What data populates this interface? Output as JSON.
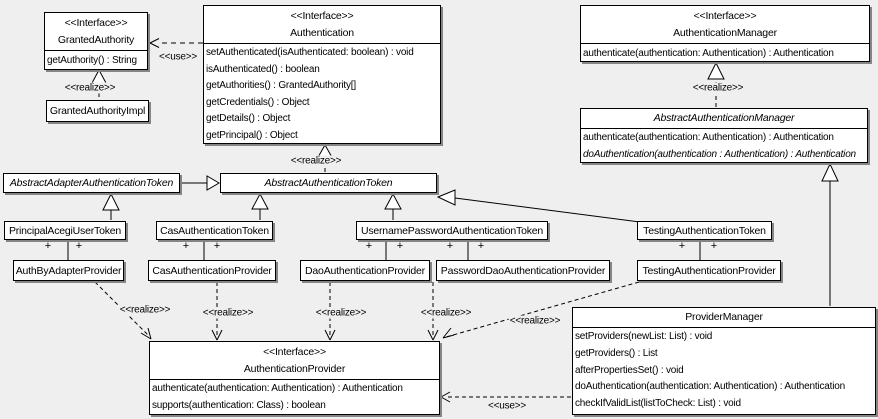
{
  "colors": {
    "background": "#efefef",
    "box_fill": "#ffffff",
    "box_border": "#000000",
    "box_shadow": "#858585",
    "line": "#000000"
  },
  "labels": {
    "use": "<<use>>",
    "realize": "<<realize>>",
    "plus": "+"
  },
  "classes": {
    "granted_authority": {
      "stereotype": "<<Interface>>",
      "name": "GrantedAuthority",
      "methods": [
        "getAuthority() : String"
      ]
    },
    "granted_authority_impl": {
      "name": "GrantedAuthorityImpl"
    },
    "authentication": {
      "stereotype": "<<Interface>>",
      "name": "Authentication",
      "methods": [
        "setAuthenticated(isAuthenticated: boolean) : void",
        "isAuthenticated() : boolean",
        "getAuthorities() : GrantedAuthority[]",
        "getCredentials() : Object",
        "getDetails() : Object",
        "getPrincipal() : Object"
      ]
    },
    "authentication_manager": {
      "stereotype": "<<Interface>>",
      "name": "AuthenticationManager",
      "methods": [
        "authenticate(authentication: Authentication) : Authentication"
      ]
    },
    "abstract_authentication_manager": {
      "name": "AbstractAuthenticationManager",
      "abstract": true,
      "methods": [
        "authenticate(authentication: Authentication) : Authentication",
        "doAuthentication(authentication : Authentication) : Authentication"
      ]
    },
    "abstract_adapter_authentication_token": {
      "name": "AbstractAdapterAuthenticationToken",
      "abstract": true
    },
    "abstract_authentication_token": {
      "name": "AbstractAuthenticationToken",
      "abstract": true
    },
    "principal_acegi_user_token": {
      "name": "PrincipalAcegiUserToken"
    },
    "cas_authentication_token": {
      "name": "CasAuthenticationToken"
    },
    "username_password_authentication_token": {
      "name": "UsernamePasswordAuthenticationToken"
    },
    "testing_authentication_token": {
      "name": "TestingAuthenticationToken"
    },
    "auth_by_adapter_provider": {
      "name": "AuthByAdapterProvider"
    },
    "cas_authentication_provider": {
      "name": "CasAuthenticationProvider"
    },
    "dao_authentication_provider": {
      "name": "DaoAuthenticationProvider"
    },
    "password_dao_authentication_provider": {
      "name": "PasswordDaoAuthenticationProvider"
    },
    "testing_authentication_provider": {
      "name": "TestingAuthenticationProvider"
    },
    "authentication_provider": {
      "stereotype": "<<Interface>>",
      "name": "AuthenticationProvider",
      "methods": [
        "authenticate(authentication: Authentication) : Authentication",
        "supports(authentication: Class) : boolean"
      ]
    },
    "provider_manager": {
      "name": "ProviderManager",
      "methods": [
        "setProviders(newList: List) : void",
        "getProviders() : List",
        "afterPropertiesSet() : void",
        "doAuthentication(authentication: Authentication) : Authentication",
        "checkIfValidList(listToCheck: List) : void"
      ]
    }
  }
}
